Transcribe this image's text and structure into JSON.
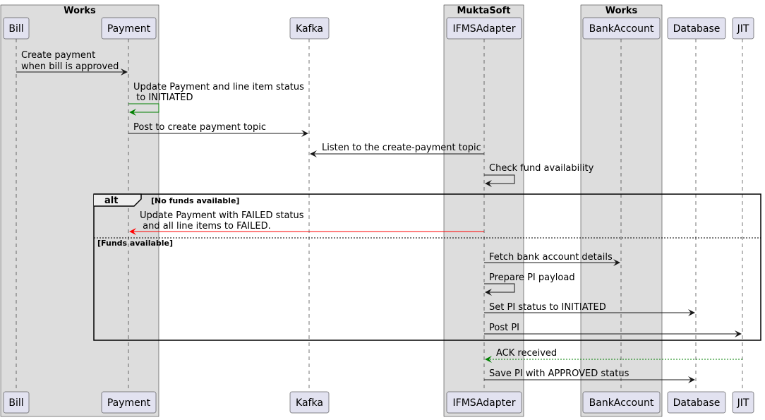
{
  "boxes": [
    {
      "title": "Works"
    },
    {
      "title": "MuktaSoft"
    },
    {
      "title": "Works"
    }
  ],
  "participants": [
    {
      "label": "Bill"
    },
    {
      "label": "Payment"
    },
    {
      "label": "Kafka"
    },
    {
      "label": "IFMSAdapter"
    },
    {
      "label": "BankAccount"
    },
    {
      "label": "Database"
    },
    {
      "label": "JIT"
    }
  ],
  "messages": [
    {
      "lines": [
        "Create payment",
        "when bill is approved"
      ],
      "color": "#181818",
      "style": "solid"
    },
    {
      "lines": [
        "Update Payment and line item status",
        " to INITIATED"
      ],
      "color": "#008000",
      "style": "solid"
    },
    {
      "lines": [
        "Post to create payment topic"
      ],
      "color": "#181818",
      "style": "solid"
    },
    {
      "lines": [
        "Listen to the create-payment topic"
      ],
      "color": "#181818",
      "style": "solid"
    },
    {
      "lines": [
        "Check fund availability"
      ],
      "color": "#181818",
      "style": "solid"
    },
    {
      "lines": [
        "Update Payment with FAILED status",
        " and all line items to FAILED."
      ],
      "color": "#ff0000",
      "style": "solid"
    },
    {
      "lines": [
        "Fetch bank account details"
      ],
      "color": "#181818",
      "style": "solid"
    },
    {
      "lines": [
        "Prepare PI payload"
      ],
      "color": "#181818",
      "style": "solid"
    },
    {
      "lines": [
        "Set PI status to INITIATED"
      ],
      "color": "#181818",
      "style": "solid"
    },
    {
      "lines": [
        "Post PI"
      ],
      "color": "#181818",
      "style": "solid"
    },
    {
      "lines": [
        "ACK received"
      ],
      "color": "#008000",
      "style": "dotted"
    },
    {
      "lines": [
        "Save PI with APPROVED status"
      ],
      "color": "#181818",
      "style": "solid"
    }
  ],
  "fragment": {
    "keyword": "alt",
    "condition1": "[No funds available]",
    "condition2": "[Funds available]"
  },
  "colors": {
    "box_fill": "#dddddd",
    "participant_fill": "#e2e2f0",
    "line": "#181818"
  }
}
